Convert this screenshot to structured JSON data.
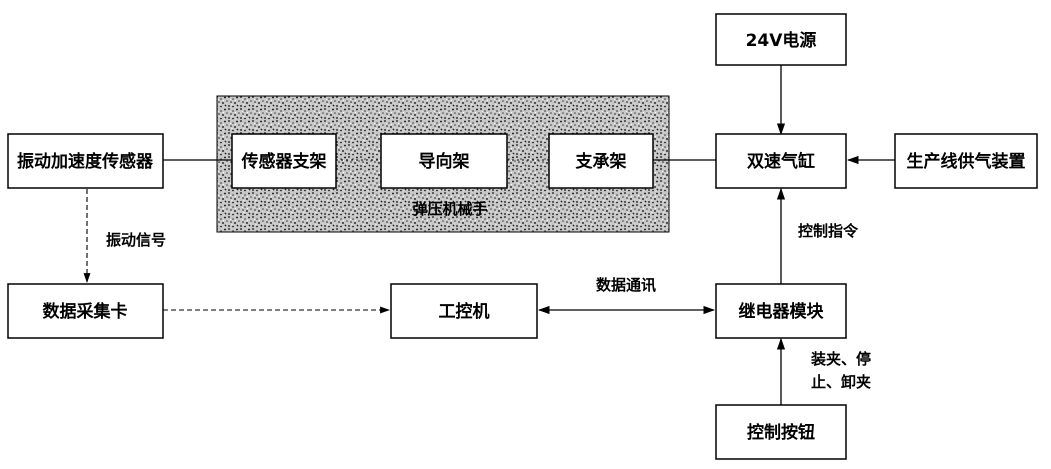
{
  "nodes": {
    "power": "24V电源",
    "cylinder": "双速气缸",
    "air_supply": "生产线供气装置",
    "sensor": "振动加速度传感器",
    "sensor_bracket": "传感器支架",
    "guide_frame": "导向架",
    "support_frame": "支承架",
    "manipulator": "弹压机械手",
    "daq_card": "数据采集卡",
    "ipc": "工控机",
    "relay": "继电器模块",
    "buttons": "控制按钮"
  },
  "labels": {
    "vibration_signal": "振动信号",
    "data_comm": "数据通讯",
    "control_cmd": "控制指令",
    "button_actions_line1": "装夹、停",
    "button_actions_line2": "止、卸夹"
  }
}
